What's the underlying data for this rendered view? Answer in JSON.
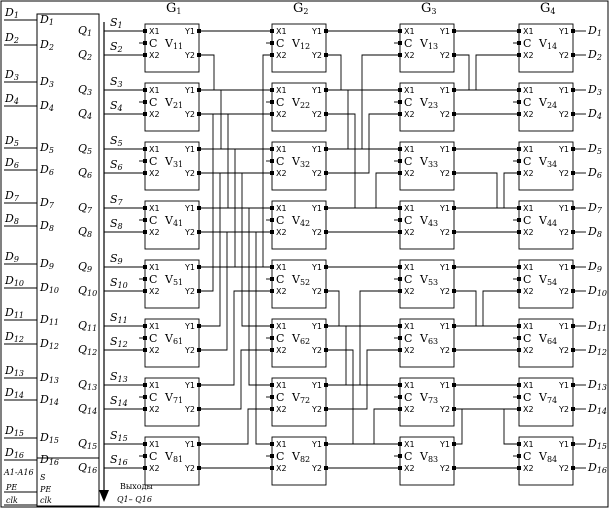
{
  "register": {
    "inputs_left": [
      "D1",
      "D2",
      "D3",
      "D4",
      "D5",
      "D6",
      "D7",
      "D8",
      "D9",
      "D10",
      "D11",
      "D12",
      "D13",
      "D14",
      "D15",
      "D16"
    ],
    "bus_label": "A1-A16",
    "pe_label": "PE",
    "clk_label": "clk",
    "inner_d": [
      "D1",
      "D2",
      "D3",
      "D4",
      "D5",
      "D6",
      "D7",
      "D8",
      "D9",
      "D10",
      "D11",
      "D12",
      "D13",
      "D14",
      "D15",
      "D16"
    ],
    "inner_s": "S",
    "inner_pe": "PE",
    "inner_clk": "clk",
    "outputs_q": [
      "Q1",
      "Q2",
      "Q3",
      "Q4",
      "Q5",
      "Q6",
      "Q7",
      "Q8",
      "Q9",
      "Q10",
      "Q11",
      "Q12",
      "Q13",
      "Q14",
      "Q15",
      "Q16"
    ]
  },
  "s_labels": [
    "S1",
    "S2",
    "S3",
    "S4",
    "S5",
    "S6",
    "S7",
    "S8",
    "S9",
    "S10",
    "S11",
    "S12",
    "S13",
    "S14",
    "S15",
    "S16"
  ],
  "group_headers": [
    "G1",
    "G2",
    "G3",
    "G4"
  ],
  "cells": {
    "pin_x1": "X1",
    "pin_x2": "X2",
    "pin_y1": "Y1",
    "pin_y2": "Y2",
    "pin_c": "C",
    "names": [
      [
        "V11",
        "V21",
        "V31",
        "V41",
        "V51",
        "V61",
        "V71",
        "V81"
      ],
      [
        "V12",
        "V22",
        "V32",
        "V42",
        "V52",
        "V62",
        "V72",
        "V82"
      ],
      [
        "V13",
        "V23",
        "V33",
        "V43",
        "V53",
        "V63",
        "V73",
        "V83"
      ],
      [
        "V14",
        "V24",
        "V34",
        "V44",
        "V54",
        "V64",
        "V74",
        "V84"
      ]
    ]
  },
  "outputs_right": [
    "D1",
    "D2",
    "D3",
    "D4",
    "D5",
    "D6",
    "D7",
    "D8",
    "D9",
    "D10",
    "D11",
    "D12",
    "D13",
    "D14",
    "D15",
    "D16"
  ],
  "outputs_caption": {
    "line1": "Выходы",
    "line2": "Q1– Q16"
  }
}
